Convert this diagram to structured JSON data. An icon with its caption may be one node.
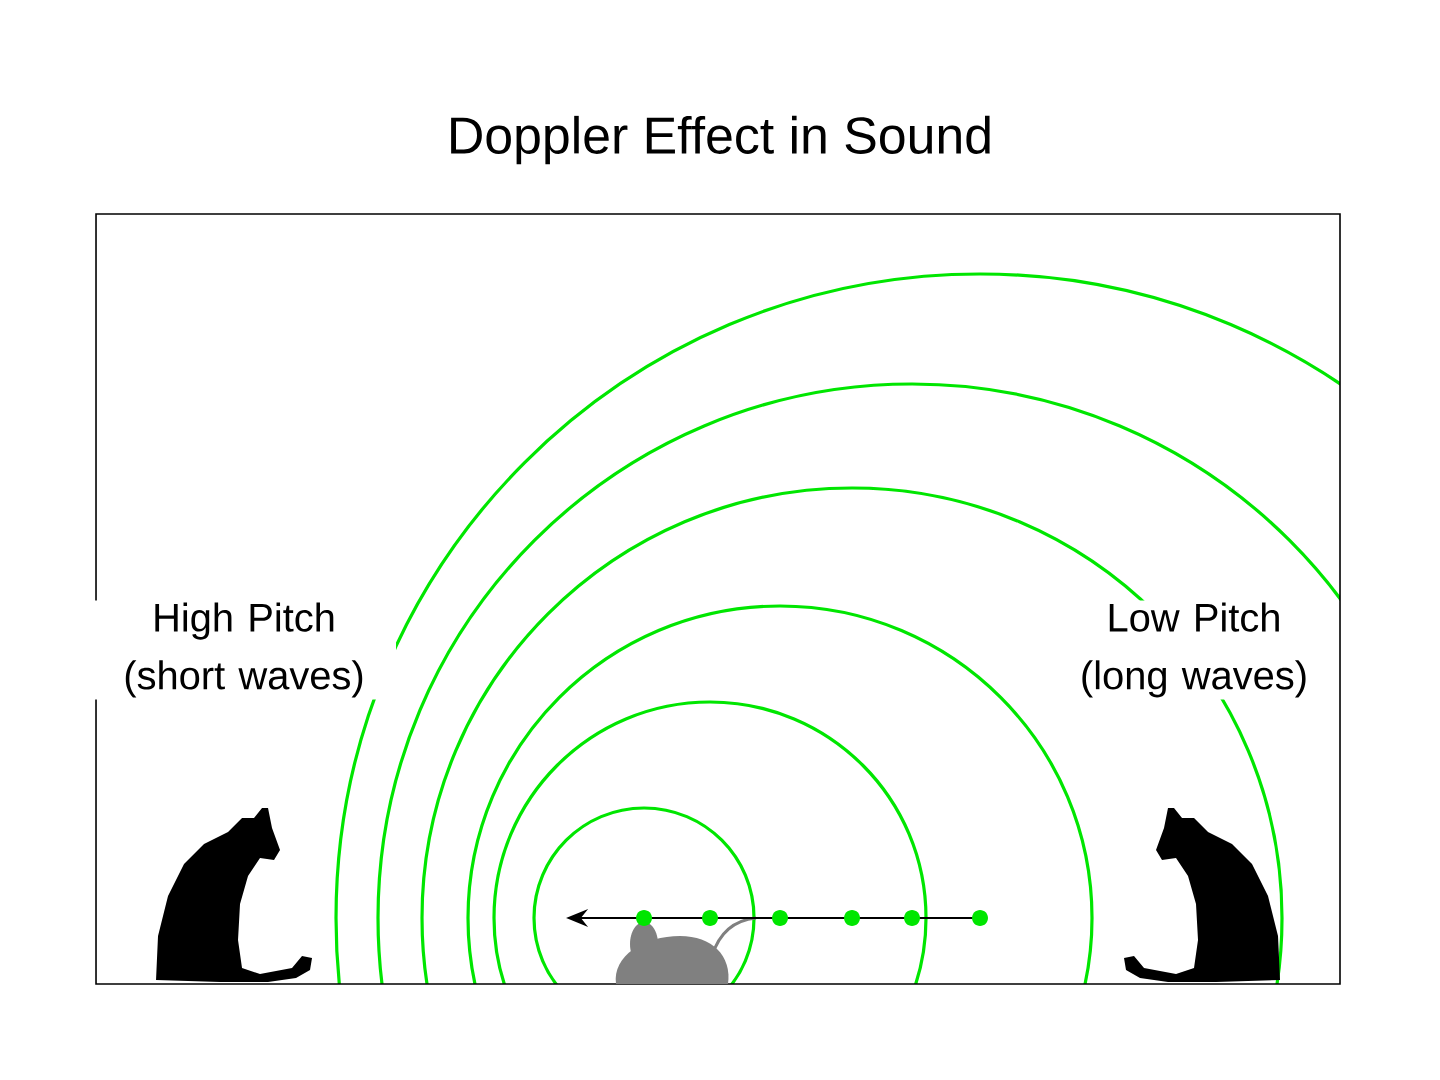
{
  "diagram": {
    "title": "Doppler Effect in Sound",
    "labels": [
      "High Pitch (short waves)",
      "Low Pitch (long waves)"
    ]
  }
}
